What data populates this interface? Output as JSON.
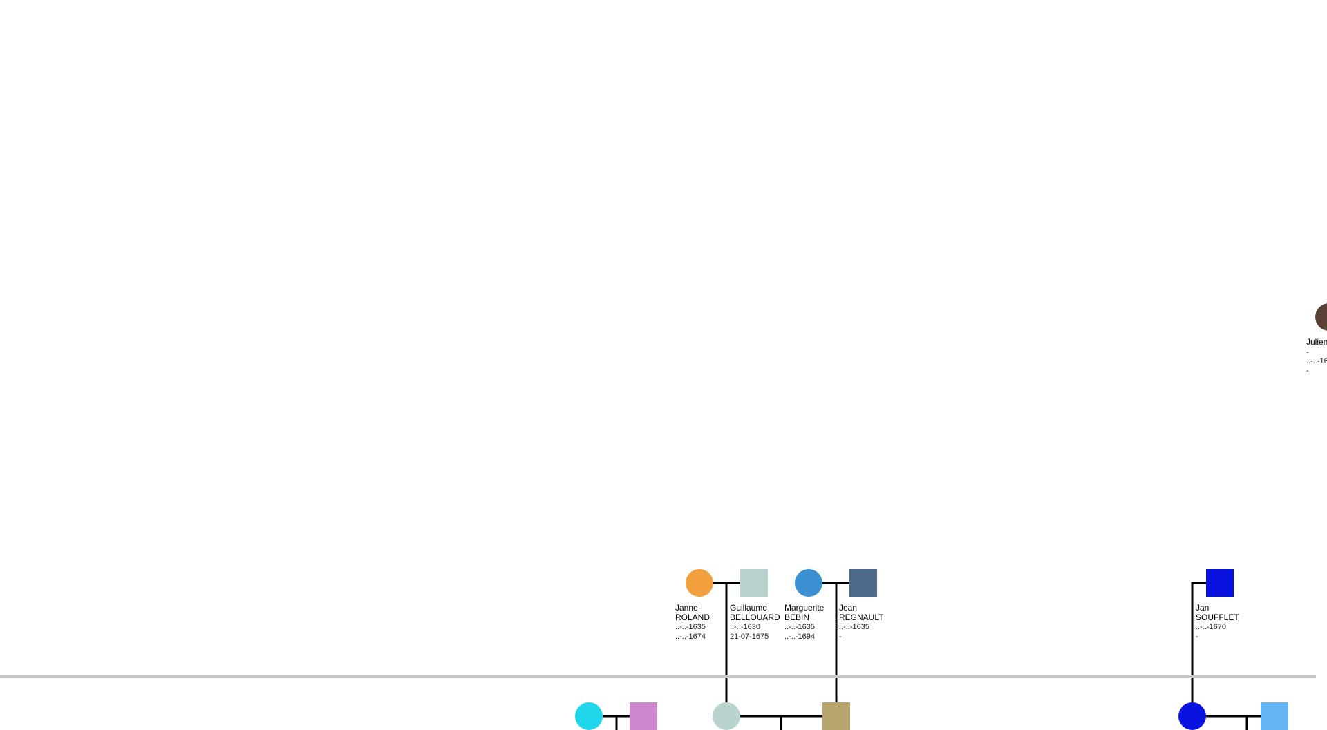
{
  "tree": {
    "colors": {
      "line": "#000000",
      "divider": "#c8c8c8",
      "background": "#ffffff"
    },
    "persons": [
      {
        "id": "julien",
        "first": "Julien",
        "last": "-",
        "birth": "..-..-16",
        "death": "-",
        "shape": "circle",
        "color": "#5b4036"
      },
      {
        "id": "janne_roland",
        "first": "Janne",
        "last": "ROLAND",
        "birth": "..-..-1635",
        "death": "..-..-1674",
        "shape": "circle",
        "color": "#f2a03d"
      },
      {
        "id": "guillaume_bellouard",
        "first": "Guillaume",
        "last": "BELLOUARD",
        "birth": "..-..-1630",
        "death": "21-07-1675",
        "shape": "square",
        "color": "#b9d3cf"
      },
      {
        "id": "marguerite_bebin",
        "first": "Marguerite",
        "last": "BEBIN",
        "birth": "..-..-1635",
        "death": "..-..-1694",
        "shape": "circle",
        "color": "#3a8fd0"
      },
      {
        "id": "jean_regnault",
        "first": "Jean",
        "last": "REGNAULT",
        "birth": "..-..-1635",
        "death": "-",
        "shape": "square",
        "color": "#4d6a8d"
      },
      {
        "id": "jan_soufflet",
        "first": "Jan",
        "last": "SOUFFLET",
        "birth": "..-..-1670",
        "death": "-",
        "shape": "square",
        "color": "#0a12e0"
      },
      {
        "id": "child_cyan",
        "shape": "circle",
        "color": "#1fd6ea"
      },
      {
        "id": "child_violet",
        "shape": "square",
        "color": "#cc88cf"
      },
      {
        "id": "child_grey",
        "shape": "circle",
        "color": "#b9d3cf"
      },
      {
        "id": "child_tan",
        "shape": "square",
        "color": "#b8a56d"
      },
      {
        "id": "child_blue",
        "shape": "circle",
        "color": "#0a12e0"
      },
      {
        "id": "child_lightblue",
        "shape": "square",
        "color": "#66b6f5"
      }
    ]
  }
}
